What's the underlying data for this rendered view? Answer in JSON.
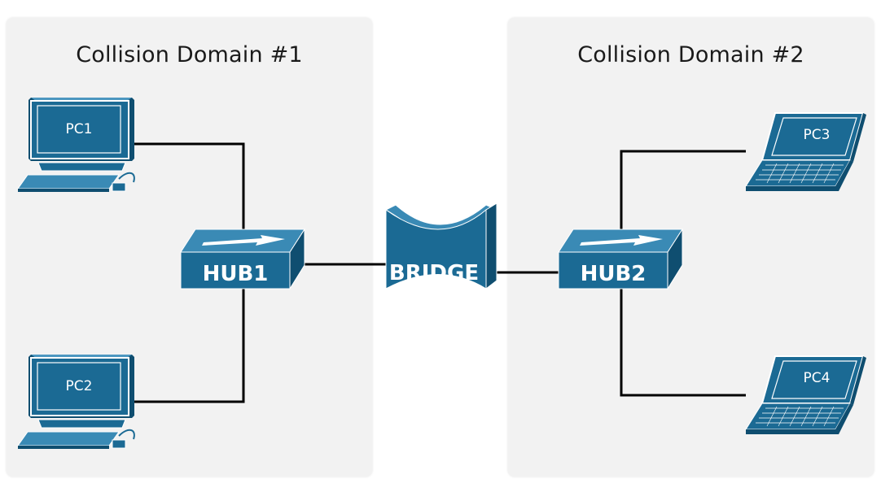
{
  "domains": [
    {
      "title": "Collision Domain #1"
    },
    {
      "title": "Collision Domain #2"
    }
  ],
  "devices": {
    "pc1": {
      "label": "PC1"
    },
    "pc2": {
      "label": "PC2"
    },
    "pc3": {
      "label": "PC3"
    },
    "pc4": {
      "label": "PC4"
    },
    "hub1": {
      "label": "HUB1"
    },
    "hub2": {
      "label": "HUB2"
    },
    "bridge": {
      "label": "BRIDGE"
    }
  },
  "colors": {
    "device_front": "#1b6a94",
    "device_top": "#3a8ab5",
    "device_side": "#0f4e70",
    "link": "#000000",
    "domain_bg": "#f2f2f2"
  }
}
